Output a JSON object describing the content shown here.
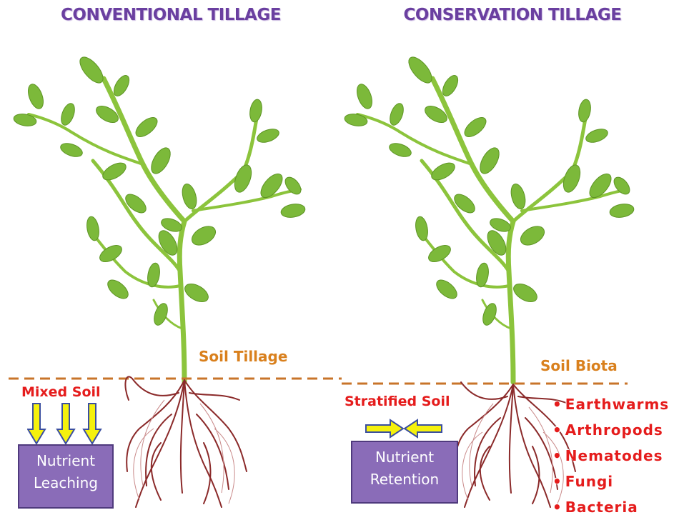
{
  "left_panel": {
    "title": "CONVENTIONAL TILLAGE",
    "soil_label": "Soil Tillage",
    "soil_state": "Mixed Soil",
    "box_lines": [
      "Nutrient",
      "Leaching"
    ]
  },
  "right_panel": {
    "title": "CONSERVATION TILLAGE",
    "soil_label": "Soil Biota",
    "soil_state": "Stratified Soil",
    "box_lines": [
      "Nutrient",
      "Retention"
    ],
    "biota": [
      "Earthwarms",
      "Arthropods",
      "Nematodes",
      "Fungi",
      "Bacteria"
    ]
  },
  "colors": {
    "title": "#6a3fa0",
    "orange": "#d9801d",
    "red": "#e51c1c",
    "box_fill": "#8a6cb8",
    "arrow_fill": "#f5f10d",
    "arrow_stroke": "#3b4fa0",
    "root": "#8b2a2a",
    "stem": "#8cc43c",
    "leaf": "#7cb93a"
  },
  "icons": [
    "plant-illustration",
    "root-system",
    "down-arrow-icon",
    "converging-arrows-icon"
  ]
}
